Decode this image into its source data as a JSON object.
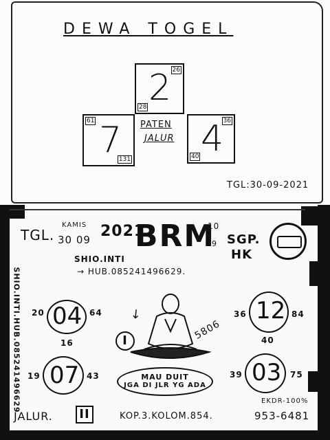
{
  "top": {
    "title": "DEWA TOGEL",
    "top_box": {
      "digit": "2",
      "corner_tr": "26",
      "corner_bl": "28"
    },
    "left_box": {
      "digit": "7",
      "corner_tl": "61",
      "corner_br": "131"
    },
    "right_box": {
      "digit": "4",
      "corner_tr": "36",
      "corner_bl": "40"
    },
    "center_line1": "PATEN",
    "center_line2": "JALUR",
    "date": "TGL:30-09-2021"
  },
  "bottom": {
    "tgl_label": "TGL.",
    "day": "KAMIS",
    "date": "30 09",
    "year": "2021",
    "brand": "BRM",
    "brand_sup": "10",
    "brand_sub": "99",
    "market1": "SGP.",
    "market2": "HK",
    "shio": "SHIO.INTI",
    "hub": "→ HUB.085241496629.",
    "side_text": "SHIO.INTI.HUB.085241496629",
    "circles": [
      {
        "value": "04",
        "left": "20",
        "right": "64",
        "below": "16"
      },
      {
        "value": "12",
        "left": "36",
        "right": "84",
        "below": "40"
      },
      {
        "value": "07",
        "left": "19",
        "right": "43"
      },
      {
        "value": "03",
        "left": "39",
        "right": "75"
      }
    ],
    "badge": "I",
    "monk_num": "5806",
    "bubble_line1": "MAU DUIT",
    "bubble_line2": "JGA DI JLR YG ADA",
    "jalur_label": "JALUR.",
    "jalur_value": "II",
    "kop": "KOP.3.KOLOM.854.",
    "ekdr": "EKDR-100%",
    "ekdr_value": "953-6481"
  }
}
